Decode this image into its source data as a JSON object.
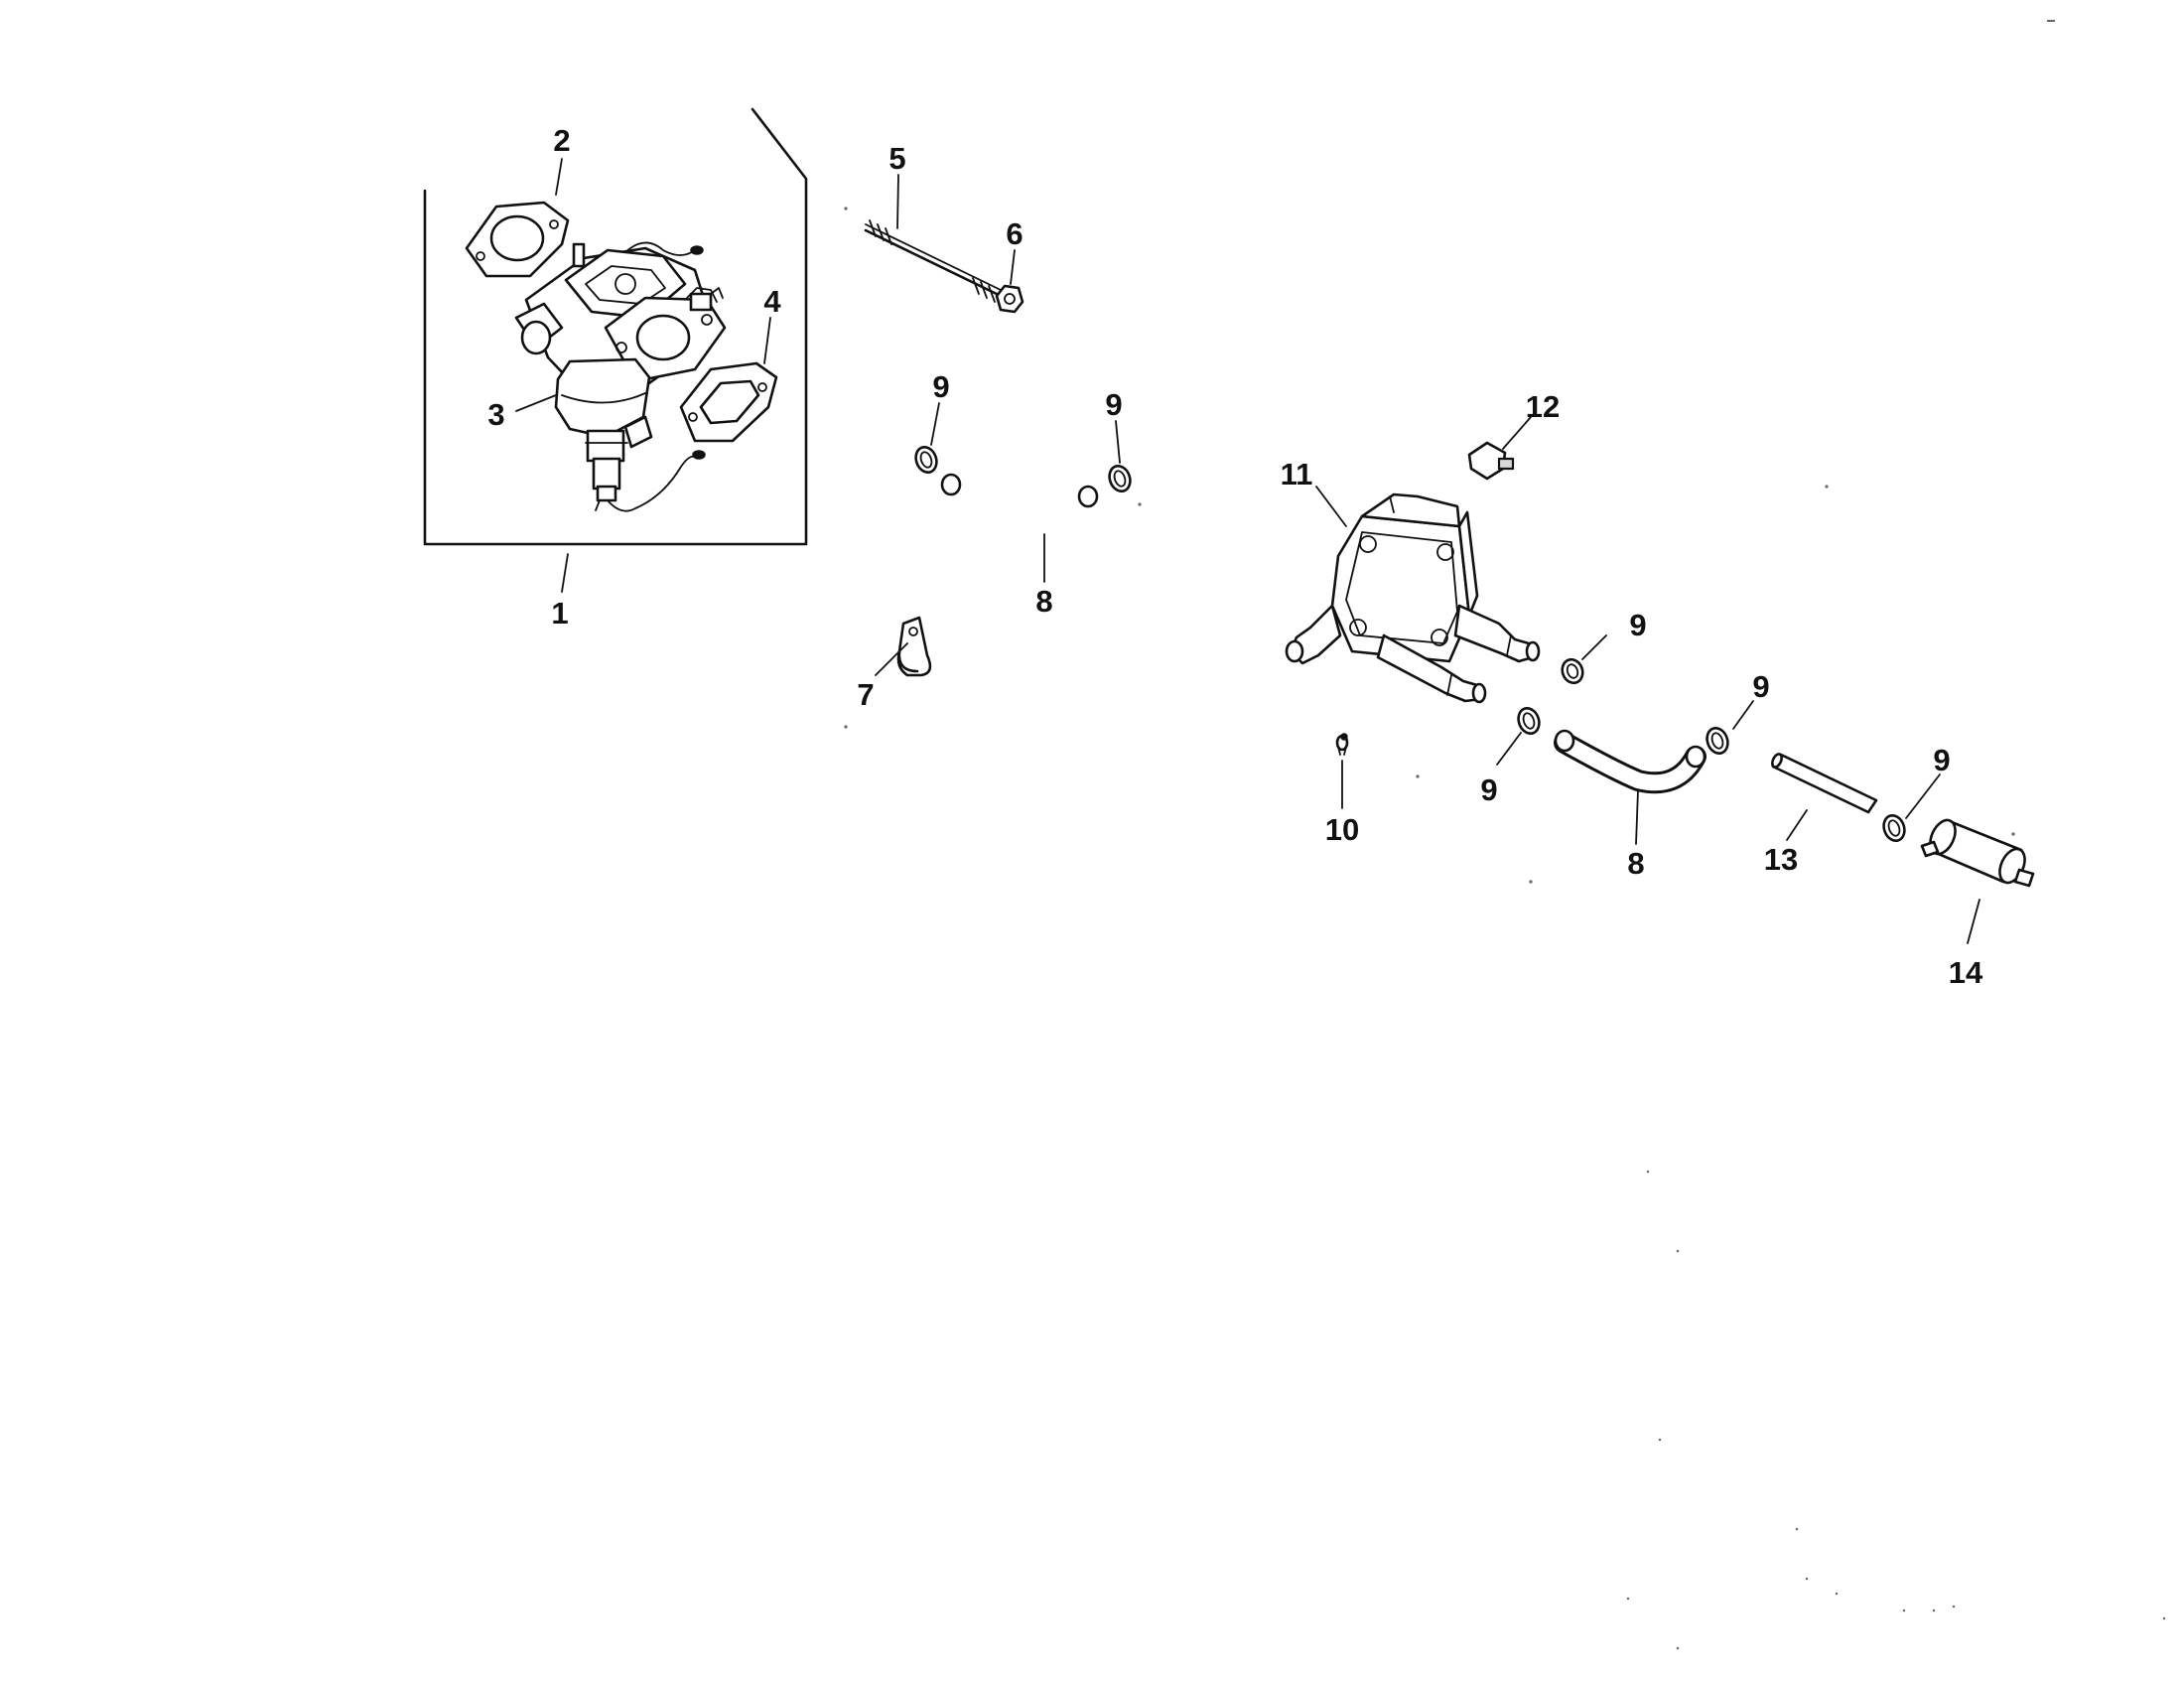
{
  "callouts": {
    "c1": "1",
    "c2": "2",
    "c3": "3",
    "c4": "4",
    "c5": "5",
    "c6": "6",
    "c7": "7",
    "c8a": "8",
    "c8b": "8",
    "c9a": "9",
    "c9b": "9",
    "c9c": "9",
    "c9d": "9",
    "c9e": "9",
    "c9f": "9",
    "c10": "10",
    "c11": "11",
    "c12": "12",
    "c13": "13",
    "c14": "14"
  }
}
